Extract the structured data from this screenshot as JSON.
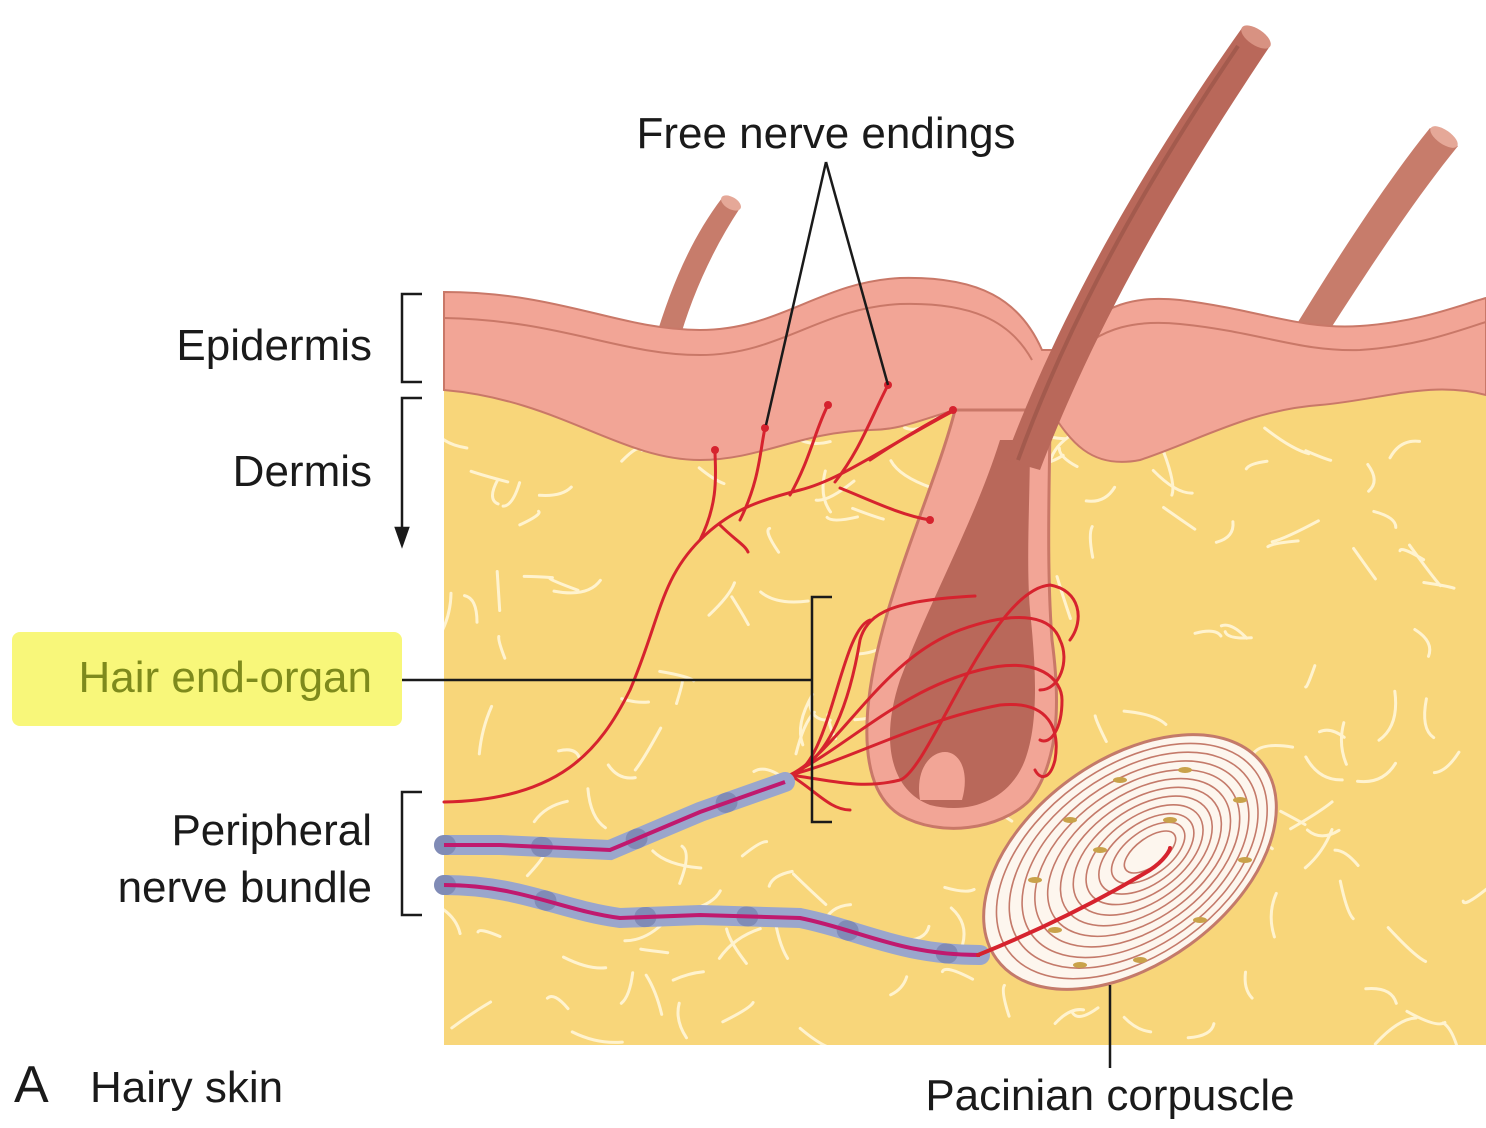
{
  "labels": {
    "free_nerve_endings": "Free nerve endings",
    "epidermis": "Epidermis",
    "dermis": "Dermis",
    "hair_end_organ": "Hair end-organ",
    "peripheral_line1": "Peripheral",
    "peripheral_line2": "nerve bundle",
    "panel_letter": "A",
    "panel_title": "Hairy skin",
    "pacinian_corpuscle": "Pacinian corpuscle"
  },
  "colors": {
    "dermis": "#f8d67a",
    "dermis_fiber": "#fff3cf",
    "epidermis": "#f2a596",
    "epidermis_edge": "#c97868",
    "hair": "#b9685a",
    "hair_dark": "#8e4a40",
    "nerve_red": "#d6232e",
    "myelin": "#9aa6cc",
    "axon": "#c0196f",
    "highlight": "#f8f77a",
    "highlight_text": "#7e8a1c",
    "corpuscle_fill": "#fdf6ee",
    "corpuscle_ring": "#c47a6a"
  }
}
